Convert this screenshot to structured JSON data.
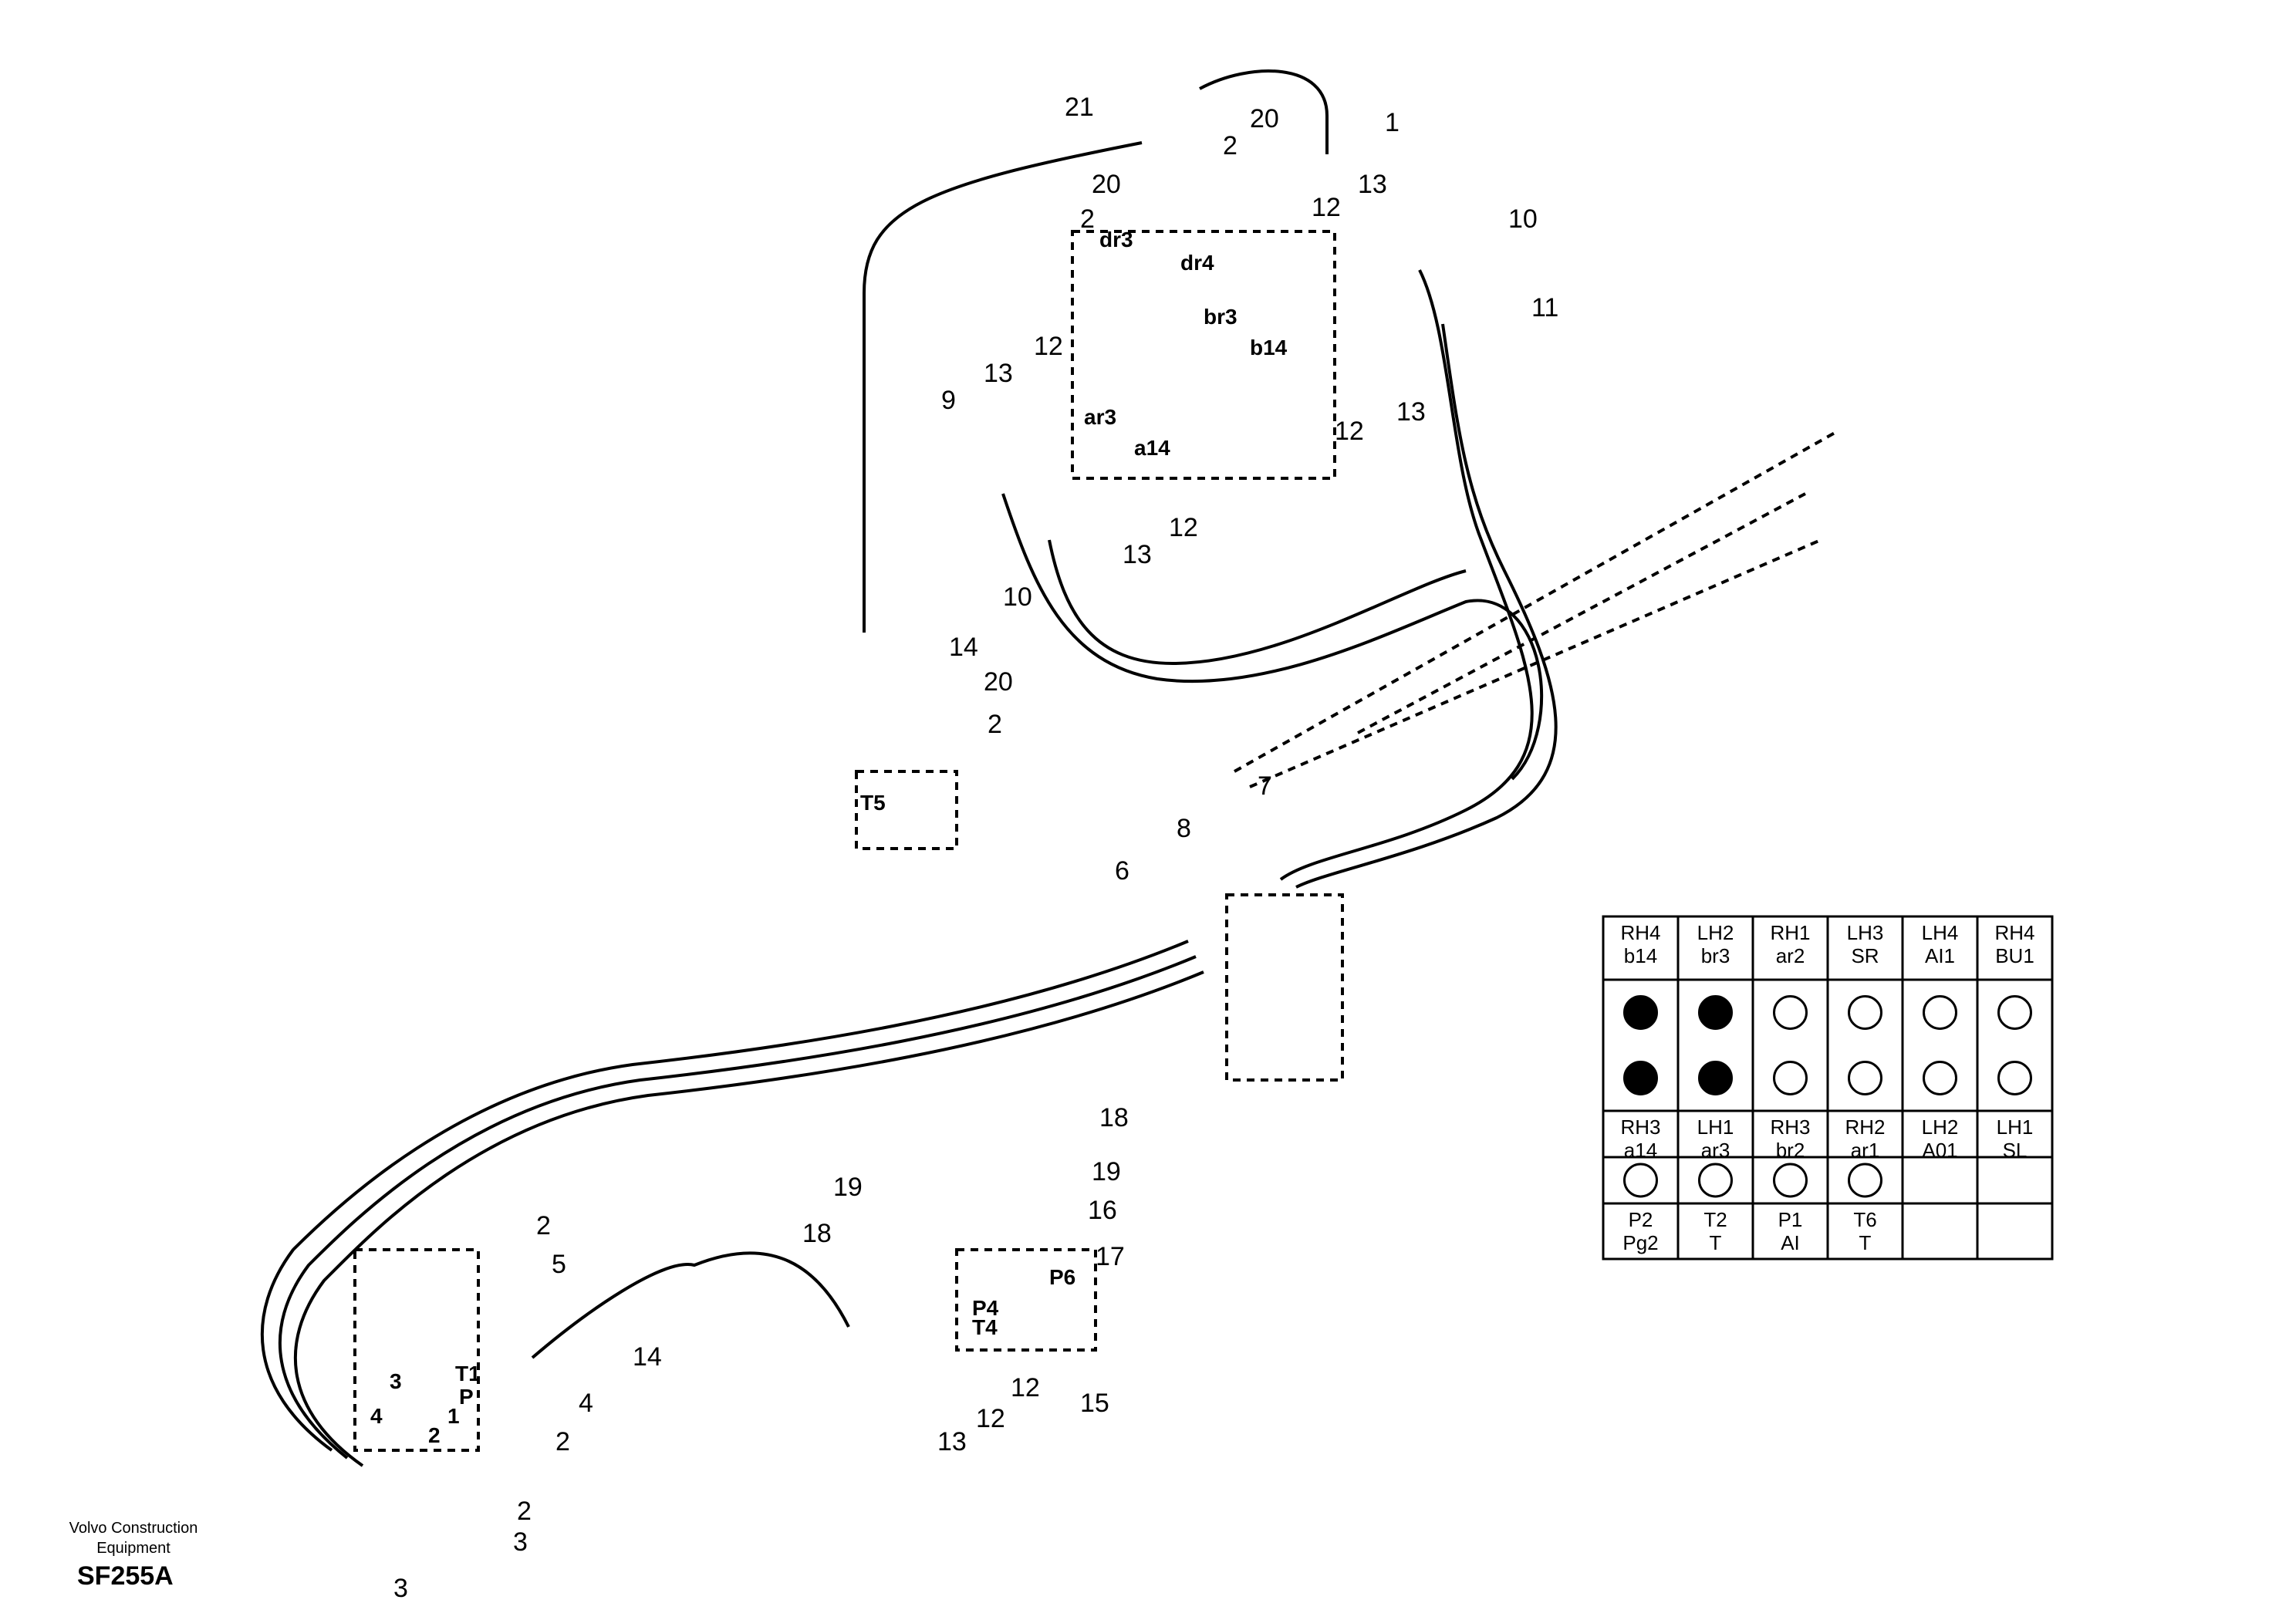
{
  "drawing": {
    "publisher_line1": "Volvo Construction",
    "publisher_line2": "Equipment",
    "code": "SF255A"
  },
  "callouts": [
    "21",
    "20",
    "2",
    "20",
    "2",
    "1",
    "13",
    "12",
    "10",
    "11",
    "13",
    "12",
    "9",
    "13",
    "12",
    "13",
    "12",
    "10",
    "14",
    "20",
    "2",
    "7",
    "8",
    "6",
    "18",
    "19",
    "19",
    "16",
    "18",
    "17",
    "2",
    "5",
    "14",
    "4",
    "2",
    "12",
    "13",
    "12",
    "15",
    "2",
    "3",
    "3"
  ],
  "port_labels": [
    "dr3",
    "dr4",
    "br3",
    "b14",
    "ar3",
    "a14",
    "T5",
    "P6",
    "P4",
    "T4",
    "T1",
    "P",
    "3",
    "4",
    "2",
    "1"
  ],
  "port_table": {
    "rows": [
      {
        "labels": [
          [
            "RH4",
            "b14"
          ],
          [
            "LH2",
            "br3"
          ],
          [
            "RH1",
            "ar2"
          ],
          [
            "LH3",
            "SR"
          ],
          [
            "LH4",
            "AI1"
          ],
          [
            "RH4",
            "BU1"
          ]
        ],
        "marks": [
          [
            "filled",
            "filled",
            "open",
            "open",
            "open",
            "open"
          ],
          [
            "filled",
            "filled",
            "open",
            "open",
            "open",
            "open"
          ]
        ]
      },
      {
        "labels": [
          [
            "RH3",
            "a14"
          ],
          [
            "LH1",
            "ar3"
          ],
          [
            "RH3",
            "br2"
          ],
          [
            "RH2",
            "ar1"
          ],
          [
            "LH2",
            "A01"
          ],
          [
            "LH1",
            "SL"
          ]
        ],
        "marks": [
          [
            "open",
            "open",
            "open",
            "open",
            "empty",
            "empty"
          ]
        ]
      },
      {
        "labels": [
          [
            "P2",
            "Pg2"
          ],
          [
            "T2",
            "T"
          ],
          [
            "P1",
            "AI"
          ],
          [
            "T6",
            "T"
          ],
          [
            "",
            ""
          ],
          [
            "",
            ""
          ]
        ],
        "marks": []
      }
    ]
  }
}
